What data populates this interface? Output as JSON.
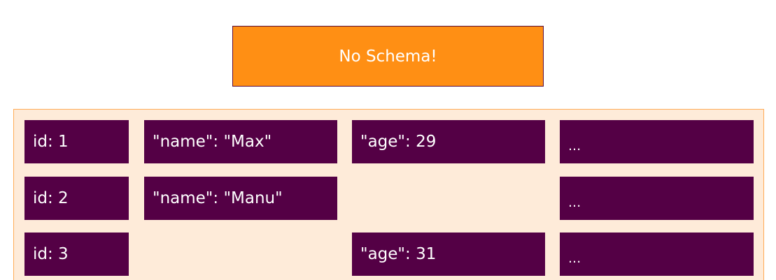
{
  "banner": {
    "label": "No Schema!"
  },
  "rows": [
    {
      "id": "id: 1",
      "name": "\"name\": \"Max\"",
      "age": "\"age\": 29",
      "more": "..."
    },
    {
      "id": "id: 2",
      "name": "\"name\": \"Manu\"",
      "more": "..."
    },
    {
      "id": "id: 3",
      "age": "\"age\": 31",
      "more": "..."
    }
  ],
  "colors": {
    "banner_background": "#ff8f14",
    "panel_background": "#feebd9",
    "panel_border": "#ffab57",
    "cell_background": "#540045",
    "text": "#ffffff"
  }
}
